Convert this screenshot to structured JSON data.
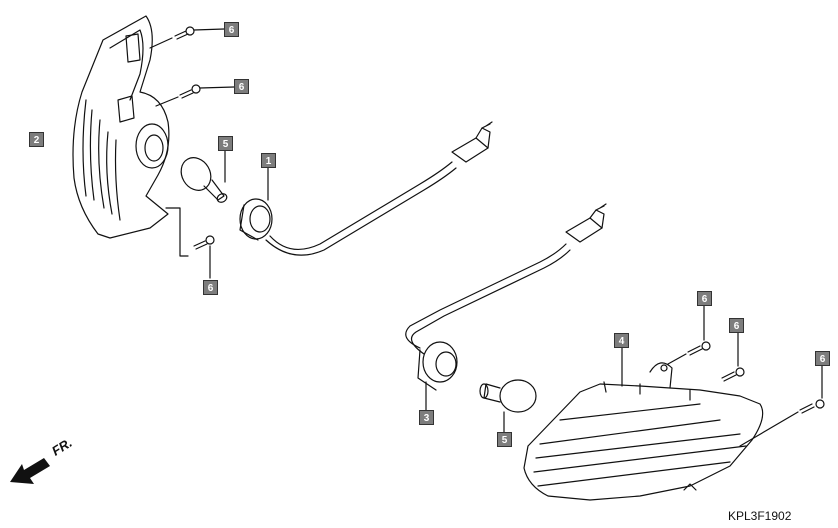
{
  "callouts": {
    "c1": "1",
    "c2": "2",
    "c3": "3",
    "c4": "4",
    "c5a": "5",
    "c5b": "5",
    "c6a": "6",
    "c6b": "6",
    "c6c": "6",
    "c6d": "6",
    "c6e": "6",
    "c6f": "6"
  },
  "direction_label": "FR.",
  "drawing_code": "KPL3F1902",
  "colors": {
    "callout_fill": "#7d7d7d",
    "line": "#111111"
  }
}
